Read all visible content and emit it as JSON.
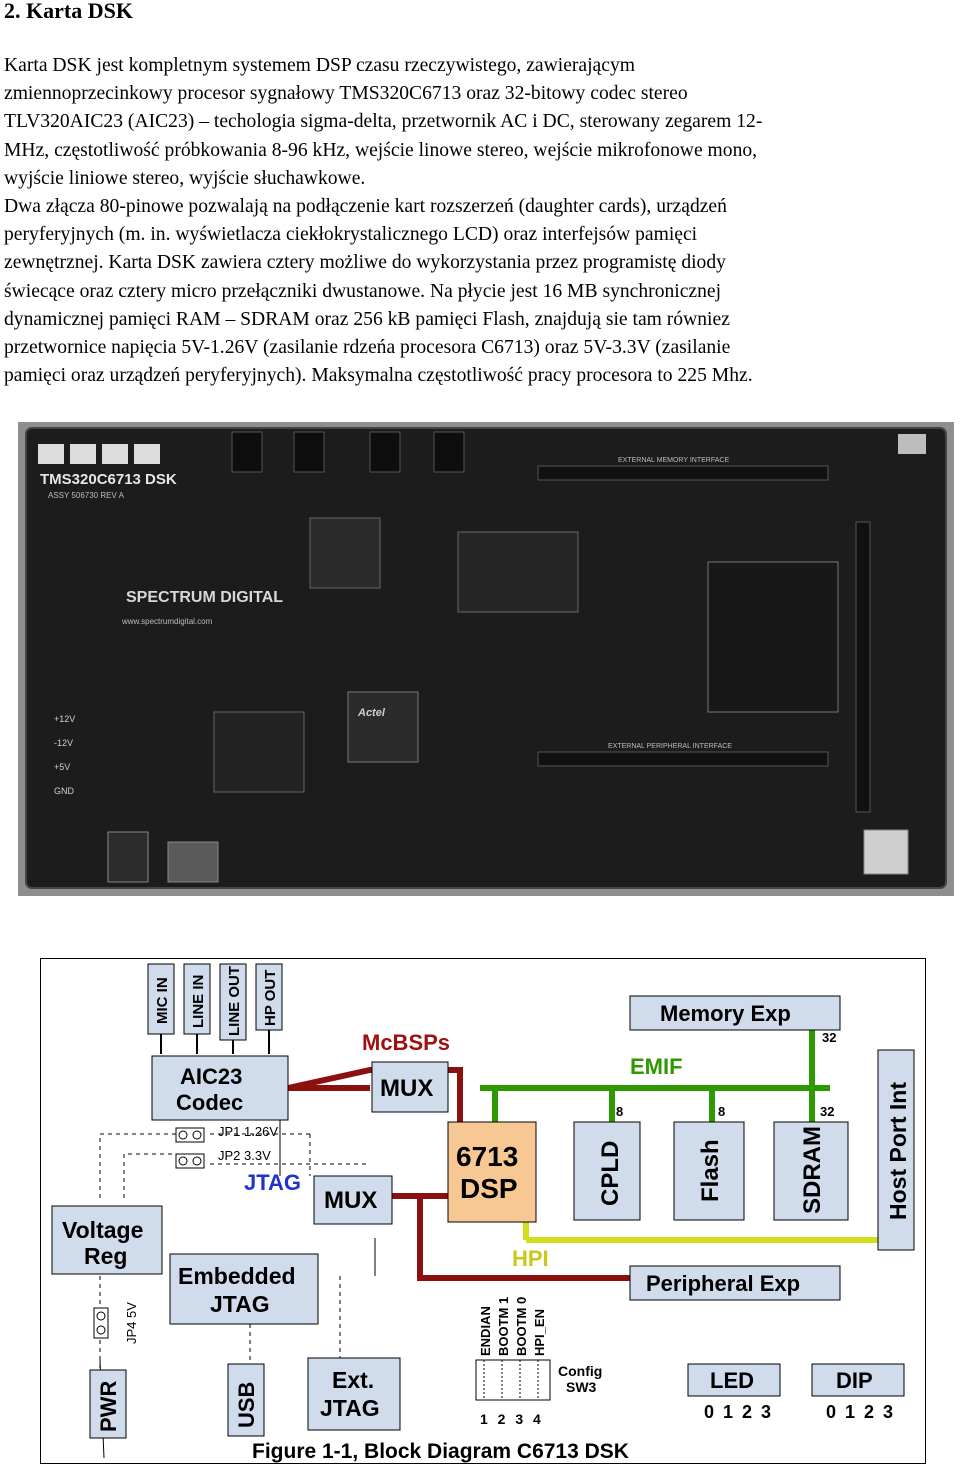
{
  "heading": "2. Karta DSK",
  "paragraph_lines": [
    "Karta DSK jest kompletnym systemem DSP czasu rzeczywistego, zawierającym",
    "zmiennoprzecinkowy procesor sygnałowy TMS320C6713  oraz 32-bitowy codec stereo",
    "TLV320AIC23 (AIC23) – techologia sigma-delta, przetwornik AC i DC, sterowany zegarem 12-",
    "MHz, częstotliwość próbkowania 8-96 kHz, wejście linowe stereo, wejście mikrofonowe mono,",
    "wyjście liniowe stereo, wyjście słuchawkowe.",
    "Dwa złącza 80-pinowe pozwalają na podłączenie kart rozszerzeń (daughter cards), urządzeń",
    "peryferyjnych (m. in. wyświetlacza ciekłokrystalicznego LCD) oraz interfejsów pamięci",
    "zewnętrznej. Karta DSK zawiera cztery możliwe do wykorzystania przez programistę diody",
    "świecące oraz  cztery micro przełączniki dwustanowe. Na płycie jest 16 MB synchronicznej",
    "dynamicznej pamięci RAM – SDRAM oraz 256 kB pamięci Flash, znajdują sie tam równiez",
    "przetwornice napięcia 5V-1.26V (zasilanie rdzeńa procesora C6713) oraz 5V-3.3V (zasilanie",
    "pamięci oraz urządzeń peryferyjnych). Maksymalna częstotliwość pracy procesora to 225 Mhz."
  ],
  "photo": {
    "board_title": "TMS320C6713 DSK",
    "board_sub": "ASSY 506730 REV A",
    "brand": "SPECTRUM DIGITAL",
    "website": "www.spectrumdigital.com",
    "chip_label": "Actel",
    "header_label": "EXTERNAL MEMORY INTERFACE",
    "periph_label": "EXTERNAL PERIPHERAL INTERFACE",
    "voltages": [
      "+12V",
      "-12V",
      "+5V",
      "GND"
    ],
    "colors": {
      "board": "#1c1c1c",
      "frame": "#8a8a8a"
    }
  },
  "diagram": {
    "caption": "Figure 1-1, Block Diagram C6713 DSK",
    "jacks": [
      "MIC IN",
      "LINE IN",
      "LINE OUT",
      "HP OUT"
    ],
    "blocks": {
      "aic23": [
        "AIC23",
        "Codec"
      ],
      "mux_top": "MUX",
      "mux_mid": "MUX",
      "dsp": [
        "6713",
        "DSP"
      ],
      "cpld": "CPLD",
      "flash": "Flash",
      "sdram": "SDRAM",
      "host": "Host Port Int",
      "memexp": "Memory Exp",
      "perexp": "Peripheral Exp",
      "vreg": [
        "Voltage",
        "Reg"
      ],
      "ejtag": [
        "Embedded",
        "JTAG"
      ],
      "extjtag": [
        "Ext.",
        "JTAG"
      ],
      "pwr": "PWR",
      "usb": "USB",
      "led": "LED",
      "dip": "DIP"
    },
    "bus_labels": {
      "mcbsps": "McBSPs",
      "emif": "EMIF",
      "jtag": "JTAG",
      "hpi": "HPI"
    },
    "widths": {
      "w32a": "32",
      "w8a": "8",
      "w8b": "8",
      "w32b": "32"
    },
    "jumpers": {
      "jp1": "JP1  1.26V",
      "jp2": "JP2  3.3V",
      "jp4": "JP4  5V"
    },
    "config_pins": [
      "ENDIAN",
      "BOOTM 1",
      "BOOTM 0",
      "HPI_EN"
    ],
    "config_nums": "1 2 3 4",
    "config_label": [
      "Config",
      "SW3"
    ],
    "led_nums": "0 1 2 3",
    "dip_nums": "0 1 2 3",
    "colors": {
      "mcbsp_bus": "#8c1010",
      "emif_bus": "#2e9a00",
      "hpi_bus": "#d2de1c",
      "jtag_label": "#2233cc",
      "mcbsp_label": "#a01010",
      "emif_label": "#2e9a00",
      "hpi_label": "#c9c917",
      "block_fill": "#d0dcec",
      "dsp_fill": "#f7c893"
    }
  }
}
